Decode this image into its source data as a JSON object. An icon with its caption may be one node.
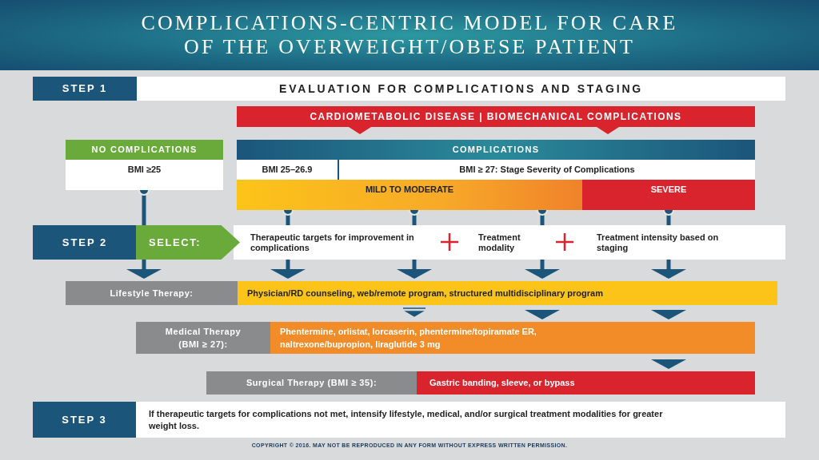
{
  "diagram": {
    "title": "COMPLICATIONS-CENTRIC MODEL FOR CARE OF THE OVERWEIGHT/OBESE PATIENT",
    "nodes": [
      {
        "text": [
          "STEP 1"
        ]
      },
      {
        "text": [
          "EVALUATION FOR COMPLICATIONS AND STAGING"
        ]
      },
      {
        "text": [
          "CARDIOMETABOLIC DISEASE | BIOMECHANICAL COMPLICATIONS"
        ]
      },
      {
        "text": [
          "NO COMPLICATIONS",
          "BMI ≥25"
        ]
      },
      {
        "text": [
          "COMPLICATIONS"
        ]
      },
      {
        "text": [
          "BMI 25–26.9"
        ],
        "in": 4
      },
      {
        "text": [
          "BMI ≥ 27: Stage Severity of Complications"
        ],
        "in": 4
      },
      {
        "text": [
          "MILD TO MODERATE"
        ],
        "in": 4
      },
      {
        "text": [
          "SEVERE"
        ],
        "in": 4
      },
      {
        "text": [
          "STEP 2"
        ]
      },
      {
        "text": [
          "SELECT:"
        ]
      },
      {
        "text": [],
        "shape": "box"
      },
      {
        "text": [
          "Therapeutic targets for improvement in complications"
        ],
        "in": 11
      },
      {
        "text": [
          "Treatment modality"
        ],
        "in": 11
      },
      {
        "text": [
          "Treatment intensity based on staging"
        ],
        "in": 11
      },
      {
        "text": [
          "Lifestyle Therapy:"
        ]
      },
      {
        "text": [
          "Physician/RD counseling, web/remote program, structured multidisciplinary program"
        ]
      },
      {
        "text": [
          "Medical Therapy (BMI ≥ 27):"
        ]
      },
      {
        "text": [
          "Phentermine, orlistat, lorcaserin, phentermine/topiramate ER, naltrexone/bupropion, liraglutide 3 mg"
        ]
      },
      {
        "text": [
          "Surgical Therapy (BMI ≥ 35):"
        ]
      },
      {
        "text": [
          "Gastric banding, sleeve, or bypass"
        ]
      },
      {
        "text": [
          "STEP 3"
        ]
      },
      {
        "text": [
          "If therapeutic targets for complications not met, intensify lifestyle, medical, and/or surgical treatment modalities for greater weight loss."
        ]
      }
    ],
    "edges": [
      {
        "from": 3,
        "to": 10,
        "arrow": "other"
      },
      {
        "from": 7,
        "to": 11,
        "arrow": "other"
      },
      {
        "from": 7,
        "to": 11,
        "arrow": "other"
      },
      {
        "from": 7,
        "to": 11,
        "arrow": "other"
      },
      {
        "from": 8,
        "to": 11,
        "arrow": "other"
      },
      {
        "from": 10,
        "to": 15,
        "arrow": "to"
      },
      {
        "from": 11,
        "to": 16,
        "arrow": "to"
      },
      {
        "from": 11,
        "to": 16,
        "arrow": "to"
      },
      {
        "from": 11,
        "to": 16,
        "arrow": "to"
      },
      {
        "from": 11,
        "to": 16,
        "arrow": "to"
      },
      {
        "from": 16,
        "to": 18,
        "arrow": "to"
      },
      {
        "from": 16,
        "to": 18,
        "arrow": "to"
      },
      {
        "from": 18,
        "to": 20,
        "arrow": "to"
      }
    ],
    "labels": [
      "COPYRIGHT © 2016. MAY NOT BE REPRODUCED IN ANY FORM WITHOUT EXPRESS WRITTEN PERMISSION."
    ]
  }
}
